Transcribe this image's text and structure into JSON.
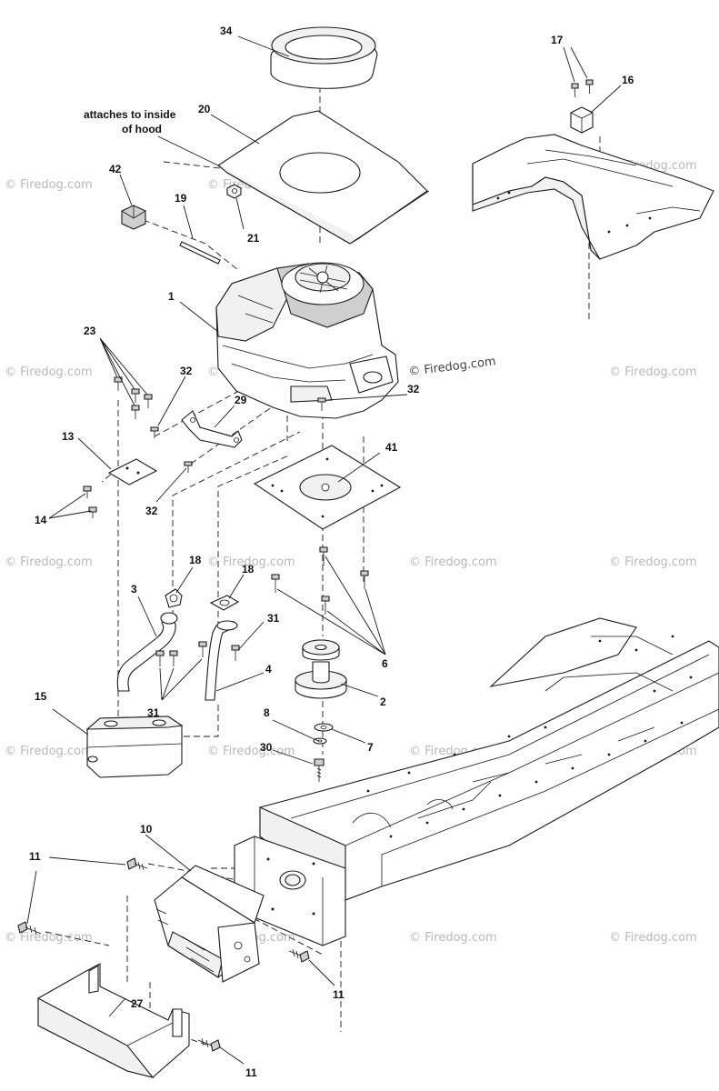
{
  "note": {
    "line1": "attaches to inside",
    "line2": "of hood"
  },
  "watermark": {
    "text": "© Firedog.com"
  },
  "callouts": {
    "c34": "34",
    "c17": "17",
    "c16": "16",
    "c20": "20",
    "c42": "42",
    "c19": "19",
    "c21": "21",
    "c1": "1",
    "c23": "23",
    "c32a": "32",
    "c32b": "32",
    "c32c": "32",
    "c29": "29",
    "c13": "13",
    "c14": "14",
    "c41": "41",
    "c18a": "18",
    "c18b": "18",
    "c3": "3",
    "c31a": "31",
    "c31b": "31",
    "c4": "4",
    "c6": "6",
    "c2": "2",
    "c15": "15",
    "c8": "8",
    "c7": "7",
    "c30": "30",
    "c10": "10",
    "c11a": "11",
    "c11b": "11",
    "c11c": "11",
    "c27": "27"
  }
}
